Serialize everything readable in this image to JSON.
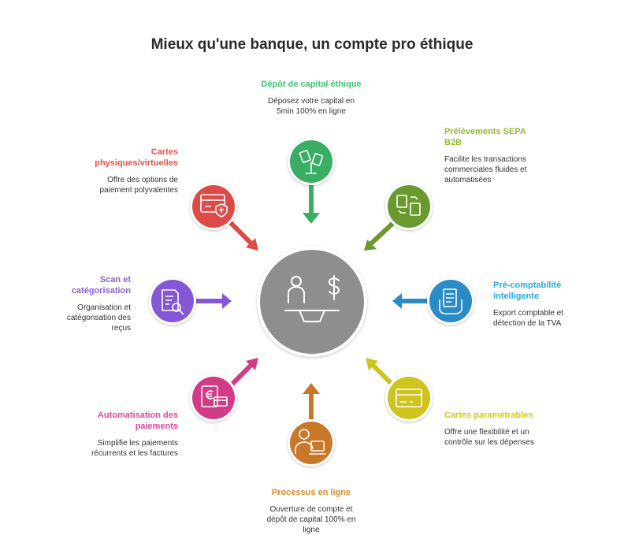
{
  "title": "Mieux qu'une banque, un compte pro éthique",
  "items": {
    "depot": {
      "title": "Dépôt de capital éthique",
      "desc": "Déposez votre capital en 5min 100% en ligne",
      "color": "#3aaf64",
      "icon": "money-plant-icon"
    },
    "prelevements": {
      "title": "Prélèvements SEPA B2B",
      "desc": "Facilite les transactions commerciales fluides et automatisées",
      "color": "#6a9a2e",
      "icon": "document-exchange-icon"
    },
    "precompta": {
      "title": "Pré-comptabilité intelligente",
      "desc": "Export comptable et détection de la TVA",
      "color": "#2b8bc4",
      "icon": "receipt-hand-icon"
    },
    "cartes_param": {
      "title": "Cartes paramétrables",
      "desc": "Offre une flexibilité et un contrôle sur les dépenses",
      "color": "#cfc31f",
      "icon": "credit-card-icon"
    },
    "processus": {
      "title": "Processus en ligne",
      "desc": "Ouverture de compte et dépôt de capital 100% en ligne",
      "color": "#c9782a",
      "icon": "person-laptop-icon"
    },
    "automatisation": {
      "title": "Automatisation des paiements",
      "desc": "Simplifie les paiements récurrents et les factures",
      "color": "#d23c86",
      "icon": "wallet-euro-icon"
    },
    "scan": {
      "title": "Scan et catégorisation",
      "desc": "Organisation et catégorisation des reçus",
      "color": "#8557d6",
      "icon": "document-search-icon"
    },
    "cartes_phys": {
      "title": "Cartes physiques/virtuelles",
      "desc": "Offre des options de paiement polyvalentes",
      "color": "#dd4a47",
      "icon": "card-shield-icon"
    }
  },
  "colors": {
    "center": "#8e8e8e",
    "title_green": "#3ec373",
    "title_lime": "#8fbf2e",
    "title_cyan": "#2aa8e0",
    "title_yellow": "#d8c914",
    "title_orange": "#e08c2c",
    "title_pink": "#e0479a",
    "title_purple": "#8b5fe0",
    "title_red": "#e4524c"
  },
  "center_icon": "ethical-scale-icon"
}
